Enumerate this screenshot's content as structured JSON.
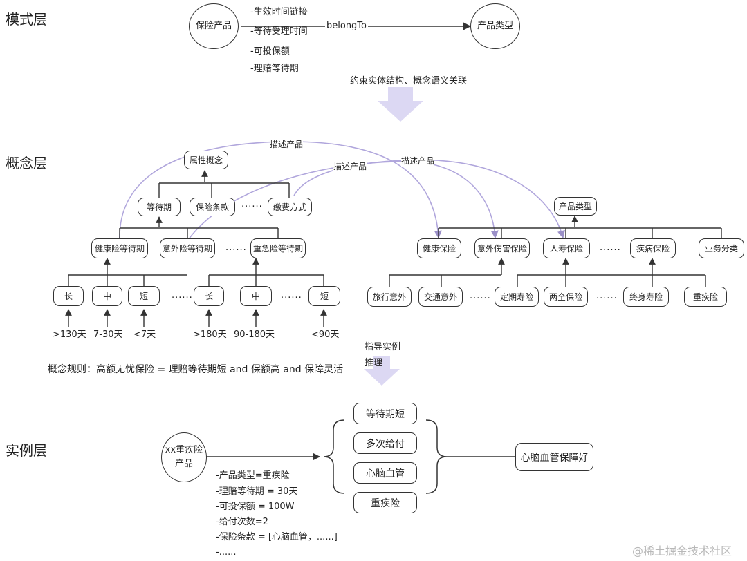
{
  "layers": {
    "schema": "模式层",
    "concept": "概念层",
    "instance": "实例层"
  },
  "schema": {
    "insurance_product": "保险产品",
    "product_type": "产品类型",
    "relation": "belongTo",
    "attributes": [
      "-生效时间链接",
      "-等待受理时间",
      "-可投保额",
      "-理赔等待期"
    ]
  },
  "transitions": {
    "schema_to_concept": "约束实体结构、概念语义关联",
    "concept_to_instance_1": "指导实例",
    "concept_to_instance_2": "推理"
  },
  "concept": {
    "describe_product_labels": [
      "描述产品",
      "描述产品",
      "描述产品"
    ],
    "attribute_concept": "属性概念",
    "attribute_children": [
      "等待期",
      "保险条款",
      "缴费方式"
    ],
    "waiting_periods": [
      "健康险等待期",
      "意外险等待期",
      "重急险等待期"
    ],
    "leaves": [
      "长",
      "中",
      "短",
      "长",
      "中",
      "短"
    ],
    "leaf_values": [
      ">130天",
      "7-30天",
      "<7天",
      ">180天",
      "90-180天",
      "<90天"
    ],
    "product_type": "产品类型",
    "product_types": [
      "健康保险",
      "意外伤害保险",
      "人寿保险",
      "疾病保险",
      "业务分类"
    ],
    "product_subtypes": [
      "旅行意外",
      "交通意外",
      "定期寿险",
      "两全保险",
      "终身寿险",
      "重疾险"
    ],
    "ellipsis": "......",
    "rule": "概念规则：高额无忧保险 = 理赔等待期短 and 保额高 and 保障灵活"
  },
  "instance": {
    "product_line1": "xx重疾险",
    "product_line2": "产品",
    "attributes": [
      "-产品类型=重疾险",
      "-理赔等待期 = 30天",
      "-可投保额 = 100W",
      "-给付次数=2",
      "-保险条款 = [心脑血管，......]",
      "-......"
    ],
    "features": [
      "等待期短",
      "多次给付",
      "心脑血管",
      "重疾险"
    ],
    "result": "心脑血管保障好"
  },
  "watermark": "@稀土掘金技术社区"
}
